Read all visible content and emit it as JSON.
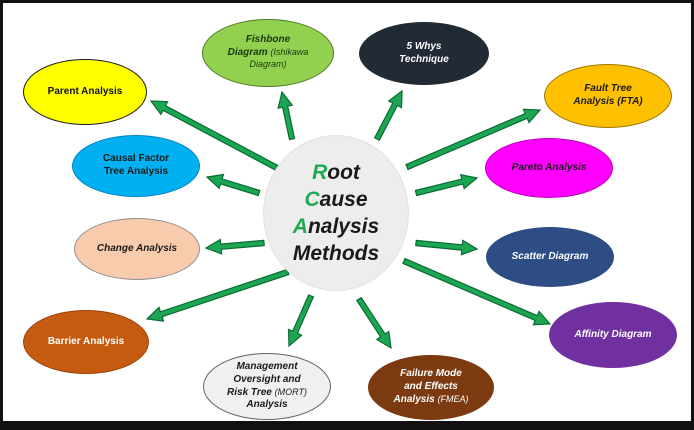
{
  "frame": {
    "border_color": "#111111",
    "background": "#FFFFFF"
  },
  "center": {
    "id": "rca-center",
    "bg": "#EDEDED",
    "border": "#E2E2E2",
    "text_color": "#1A1A1A",
    "accent_green": "#1FA951",
    "italic": true,
    "lines": [
      {
        "i": "R",
        "rest": "oot",
        "i_color": "#1FA951"
      },
      {
        "i": "C",
        "rest": "ause",
        "i_color": "#1FA951"
      },
      {
        "i": "A",
        "rest": "nalysis",
        "i_color": "#1FA951"
      },
      {
        "i": "M",
        "rest": "ethods",
        "i_color": "#1A1A1A"
      }
    ]
  },
  "nodes": [
    {
      "id": "parent-analysis",
      "label": "Parent Analysis",
      "bg": "#FFFF00",
      "border": "#1A1A1A",
      "text_color": "#111111",
      "italic": false
    },
    {
      "id": "fishbone-diagram",
      "label": "Fishbone\nDiagram",
      "sub": "(Ishikawa Diagram)",
      "bg": "#92D050",
      "border": "#4F7A2A",
      "text_color": "#1A3A10",
      "italic": true
    },
    {
      "id": "five-whys-technique",
      "label": "5 Whys\nTechnique",
      "bg": "#222B35",
      "border": "#222B35",
      "text_color": "#FFFFFF",
      "italic": true
    },
    {
      "id": "fault-tree-analysis",
      "label": "Fault Tree\nAnalysis (FTA)",
      "bg": "#FFC000",
      "border": "#A07800",
      "text_color": "#1A1A1A",
      "italic": true
    },
    {
      "id": "pareto-analysis",
      "label": "Pareto Analysis",
      "bg": "#FF00FF",
      "border": "#BA00BA",
      "text_color": "#1A1A1A",
      "italic": true
    },
    {
      "id": "scatter-diagram",
      "label": "Scatter Diagram",
      "bg": "#2E4D85",
      "border": "#2E4D85",
      "text_color": "#FFFFFF",
      "italic": true
    },
    {
      "id": "affinity-diagram",
      "label": "Affinity Diagram",
      "bg": "#7030A0",
      "border": "#7030A0",
      "text_color": "#FFFFFF",
      "italic": true
    },
    {
      "id": "fmea",
      "label": "Failure Mode\nand Effects\nAnalysis",
      "sub": "(FMEA)",
      "bg": "#7C3A10",
      "border": "#7C3A10",
      "text_color": "#FFFFFF",
      "italic": true
    },
    {
      "id": "mort",
      "label": "Management\nOversight and\nRisk Tree",
      "sub": "(MORT)",
      "label2": "Analysis",
      "bg": "#F0F0F0",
      "border": "#5B6770",
      "text_color": "#1A1A1A",
      "italic": true
    },
    {
      "id": "barrier-analysis",
      "label": "Barrier Analysis",
      "bg": "#C55A11",
      "border": "#9C4509",
      "text_color": "#FFFFFF",
      "italic": false
    },
    {
      "id": "change-analysis",
      "label": "Change Analysis",
      "bg": "#F8CBAD",
      "border": "#8F8F8F",
      "text_color": "#1A1A1A",
      "italic": true
    },
    {
      "id": "causal-factor-tree",
      "label": "Causal Factor\nTree Analysis",
      "bg": "#00B0F0",
      "border": "#0082C8",
      "text_color": "#1A1A1A",
      "italic": false
    }
  ],
  "arrows": {
    "color": "#1CA653",
    "outline": "#0A6B33",
    "targets": [
      "parent-analysis",
      "fishbone-diagram",
      "five-whys-technique",
      "fault-tree-analysis",
      "pareto-analysis",
      "scatter-diagram",
      "affinity-diagram",
      "fmea",
      "mort",
      "barrier-analysis",
      "change-analysis",
      "causal-factor-tree"
    ]
  }
}
